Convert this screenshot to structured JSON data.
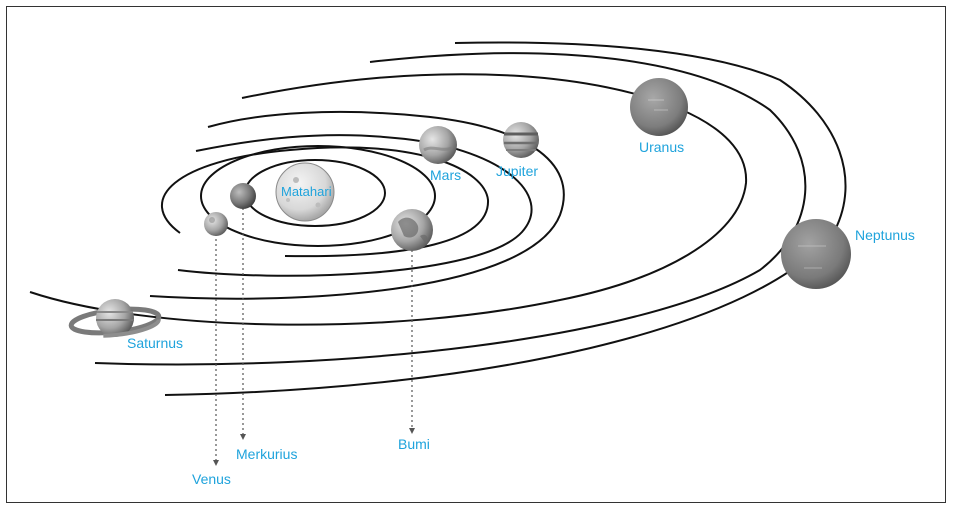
{
  "colors": {
    "label": "#1fa3dc",
    "orbit": "#111111",
    "planet_dark": "#6e6e6e",
    "planet_light": "#d9d9d9"
  },
  "labels": {
    "matahari": "Matahari",
    "mars": "Mars",
    "jupiter": "Jupiter",
    "uranus": "Uranus",
    "neptunus": "Neptunus",
    "saturnus": "Saturnus",
    "merkurius": "Merkurius",
    "bumi": "Bumi",
    "venus": "Venus"
  }
}
